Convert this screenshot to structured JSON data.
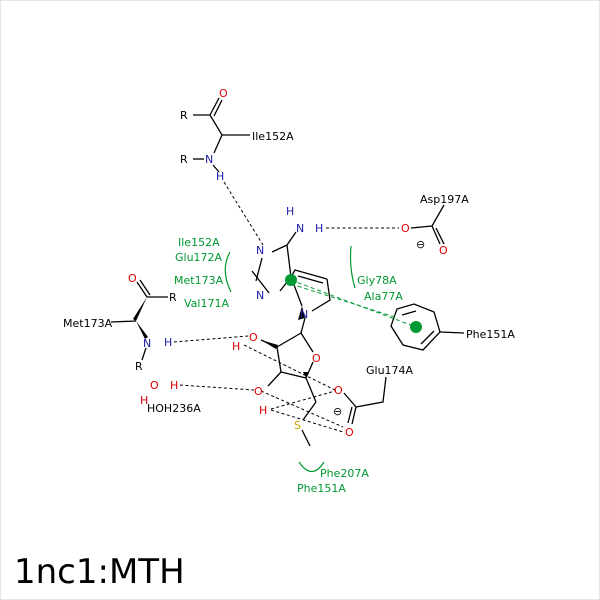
{
  "title": "1nc1:MTH",
  "colors": {
    "contact": "#009933",
    "oxygen": "#e00000",
    "nitrogen": "#1a1aa6",
    "sulfur": "#c8a400",
    "bond": "#000000"
  },
  "residues": {
    "ile152_top": "Ile152A",
    "asp197": "Asp197A",
    "met173_left": "Met173A",
    "phe151_ring": "Phe151A",
    "glu174": "Glu174A",
    "hoh236": "HOH236A"
  },
  "contacts": {
    "left_group": [
      "Ile152A",
      "Glu172A",
      "Met173A",
      "Val171A"
    ],
    "right_group": [
      "Gly78A",
      "Ala77A"
    ],
    "bottom_group": [
      "Phe207A",
      "Phe151A"
    ]
  },
  "atoms": {
    "R": "R",
    "O": "O",
    "N": "N",
    "H": "H",
    "S": "S",
    "charge": "⊖"
  }
}
